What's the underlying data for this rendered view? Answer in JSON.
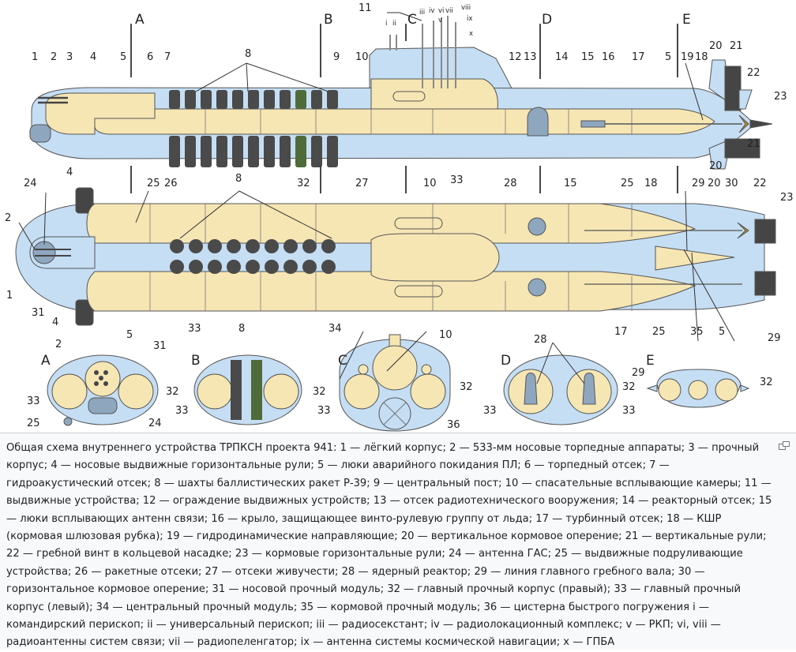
{
  "diagram": {
    "section_letters": [
      "A",
      "B",
      "C",
      "D",
      "E"
    ],
    "periscope_labels": [
      "i",
      "ii",
      "iii",
      "iv",
      "vi",
      "vii",
      "viii",
      "v",
      "ix",
      "x"
    ],
    "callouts": [
      "1",
      "2",
      "3",
      "4",
      "5",
      "6",
      "7",
      "8",
      "9",
      "10",
      "11",
      "12",
      "13",
      "14",
      "15",
      "16",
      "17",
      "18",
      "19",
      "20",
      "21",
      "22",
      "23",
      "24",
      "25",
      "26",
      "27",
      "28",
      "29",
      "30",
      "31",
      "32",
      "33",
      "34",
      "35",
      "36"
    ]
  },
  "caption": {
    "text": "Общая схема внутреннего устройства ТРПКСН проекта 941: 1 — лёгкий корпус; 2 — 533-мм носовые торпедные аппараты; 3 — прочный корпус; 4 — носовые выдвижные горизонтальные рули; 5 — люки аварийного покидания ПЛ; 6 — торпедный отсек; 7 — гидроакустический отсек; 8 — шахты баллистических ракет Р-39; 9 — центральный пост; 10 — спасательные всплывающие камеры; 11 — выдвижные устройства; 12 — ограждение выдвижных устройств; 13 — отсек радиотехнического вооружения; 14 — реакторный отсек; 15 — люки всплывающих антенн связи; 16 — крыло, защищающее винто-рулевую группу от льда; 17 — турбинный отсек; 18 — КШР (кормовая шлюзовая рубка); 19 — гидродинамические направляющие; 20 — вертикальное кормовое оперение; 21 — вертикальные рули; 22 — гребной винт в кольцевой насадке; 23 — кормовые горизонтальные рули; 24 — антенна ГАС; 25 — выдвижные подруливающие устройства; 26 — ракетные отсеки; 27 — отсеки живучести; 28 — ядерный реактор; 29 — линия главного гребного вала; 30 — горизонтальное кормовое оперение; 31 — носовой прочный модуль; 32 — главный прочный корпус (правый); 33 — главный прочный корпус (левый); 34 — центральный прочный модуль; 35 — кормовой прочный модуль; 36 — цистерна быстрого погружения i — командирский перископ; ii — универсальный перископ; iii — радиосекстант; iv — радиолокационный комплекс; v — РКП; vi, viii — радиоантенны систем связи; vii — радиопеленгатор; ix — антенна системы космической навигации; x — ГПБА"
  },
  "colors": {
    "light_hull": "#c5def4",
    "pressure_hull": "#f6e6b4",
    "outline": "#555555",
    "dark": "#454545",
    "missile": "#4a4a4a",
    "reactor": "#8ea7bf",
    "green": "#4f6b3a"
  },
  "icons": {
    "enlarge": "enlarge-icon"
  }
}
